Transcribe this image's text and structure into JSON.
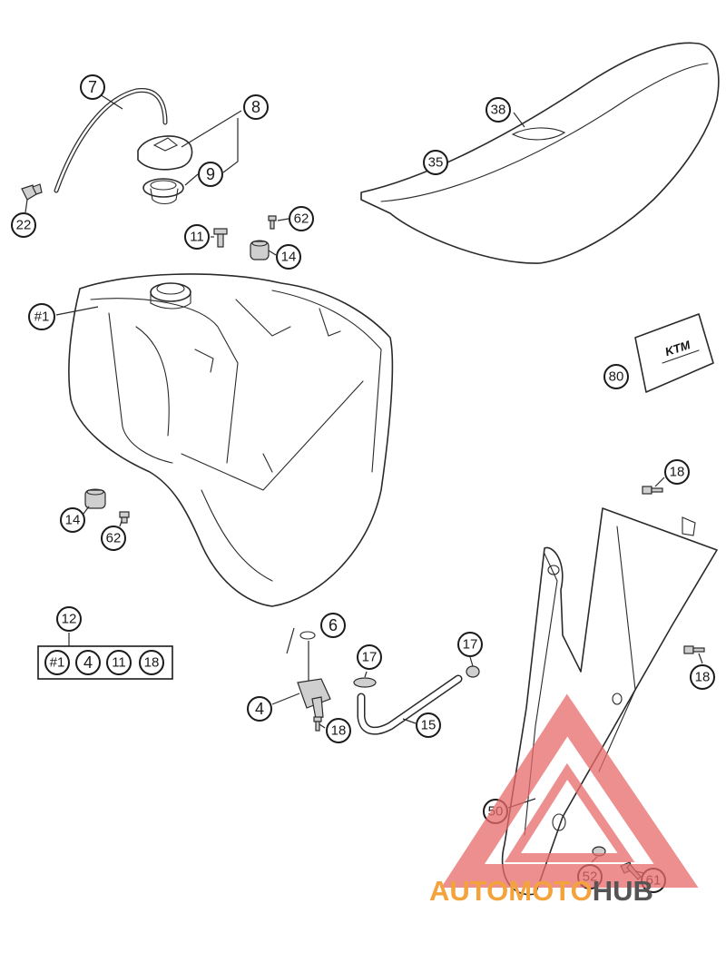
{
  "callouts": [
    {
      "id": "c-7",
      "label": "7"
    },
    {
      "id": "c-8",
      "label": "8"
    },
    {
      "id": "c-9",
      "label": "9"
    },
    {
      "id": "c-22",
      "label": "22"
    },
    {
      "id": "c-11a",
      "label": "11"
    },
    {
      "id": "c-62a",
      "label": "62"
    },
    {
      "id": "c-14a",
      "label": "14"
    },
    {
      "id": "c-38",
      "label": "38"
    },
    {
      "id": "c-35",
      "label": "35"
    },
    {
      "id": "c-1",
      "label": "#1"
    },
    {
      "id": "c-80",
      "label": "80"
    },
    {
      "id": "c-14b",
      "label": "14"
    },
    {
      "id": "c-62b",
      "label": "62"
    },
    {
      "id": "c-18a",
      "label": "18"
    },
    {
      "id": "c-12",
      "label": "12"
    },
    {
      "id": "c-6",
      "label": "6"
    },
    {
      "id": "c-17a",
      "label": "17"
    },
    {
      "id": "c-17b",
      "label": "17"
    },
    {
      "id": "c-4",
      "label": "4"
    },
    {
      "id": "c-18b",
      "label": "18"
    },
    {
      "id": "c-15",
      "label": "15"
    },
    {
      "id": "c-18c",
      "label": "18"
    },
    {
      "id": "c-50",
      "label": "50"
    },
    {
      "id": "c-52",
      "label": "52"
    },
    {
      "id": "c-61",
      "label": "61"
    }
  ],
  "kit_12": [
    "#1",
    "4",
    "11",
    "18"
  ],
  "decal_brand": "KTM",
  "watermark": {
    "part1": "AUTOMOTO",
    "part2": "HUB",
    "color1": "#f4a23b",
    "color2": "#555555",
    "logo_color": "#e86a6a"
  }
}
